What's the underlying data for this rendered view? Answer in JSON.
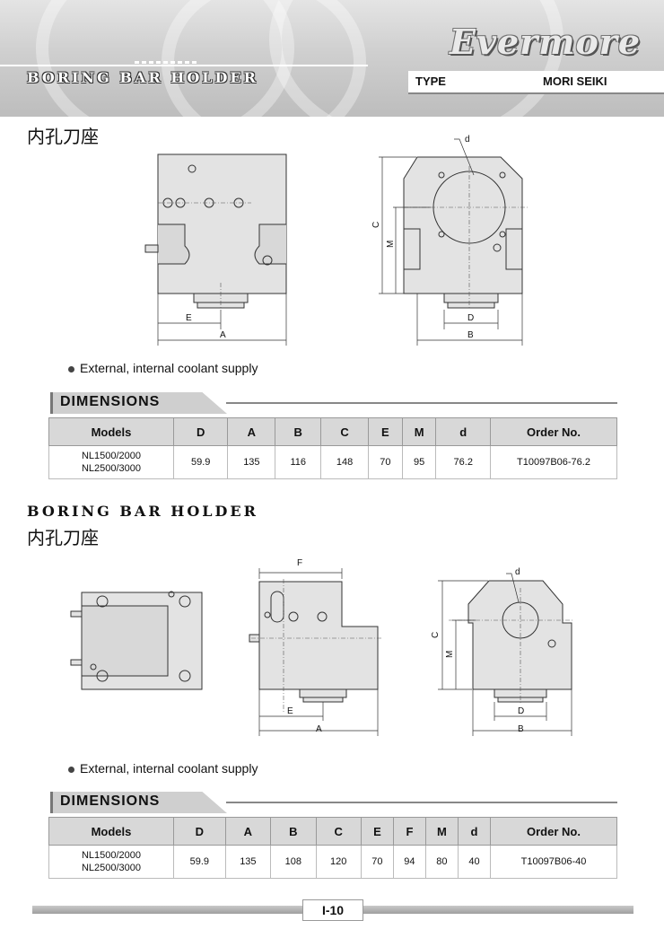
{
  "header": {
    "section_title": "BORING BAR HOLDER",
    "logo": "Evermore",
    "type_label": "TYPE",
    "type_value": "MORI SEIKI"
  },
  "section1": {
    "title_cn": "内孔刀座",
    "drawing_labels": {
      "d": "d",
      "C": "C",
      "M": "M",
      "E": "E",
      "A": "A",
      "D": "D",
      "B": "B"
    },
    "note": "External, internal coolant supply",
    "dimensions_heading": "DIMENSIONS",
    "table": {
      "headers": [
        "Models",
        "D",
        "A",
        "B",
        "C",
        "E",
        "M",
        "d",
        "Order No."
      ],
      "row": {
        "models": [
          "NL1500/2000",
          "NL2500/3000"
        ],
        "values": [
          "59.9",
          "135",
          "116",
          "148",
          "70",
          "95",
          "76.2"
        ],
        "order_no": "T10097B06-76.2"
      }
    }
  },
  "section2": {
    "title_en": "BORING BAR HOLDER",
    "title_cn": "内孔刀座",
    "drawing_labels": {
      "F": "F",
      "E": "E",
      "A": "A",
      "d": "d",
      "C": "C",
      "M": "M",
      "D": "D",
      "B": "B"
    },
    "note": "External, internal coolant supply",
    "dimensions_heading": "DIMENSIONS",
    "table": {
      "headers": [
        "Models",
        "D",
        "A",
        "B",
        "C",
        "E",
        "F",
        "M",
        "d",
        "Order No."
      ],
      "row": {
        "models": [
          "NL1500/2000",
          "NL2500/3000"
        ],
        "values": [
          "59.9",
          "135",
          "108",
          "120",
          "70",
          "94",
          "80",
          "40"
        ],
        "order_no": "T10097B06-40"
      }
    }
  },
  "footer": {
    "page_number": "I-10"
  }
}
